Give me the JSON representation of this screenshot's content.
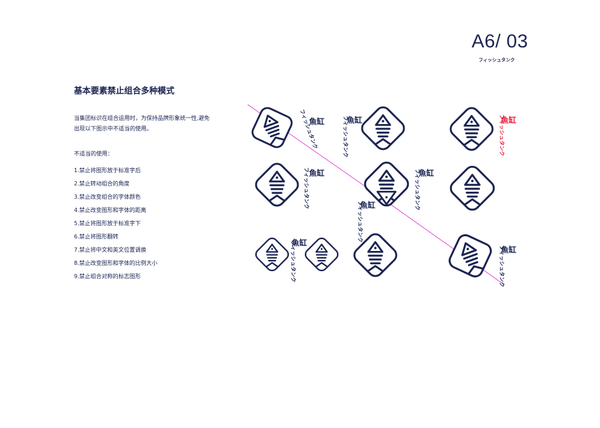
{
  "header": {
    "page_number": "A6/ 03",
    "page_subtitle": "フィッシュタンク"
  },
  "section": {
    "title": "基本要素禁止组合多种模式",
    "intro": "当集团标识在组合运用时，为保持品牌形象统一性,避免出现以下图示中不适当的使用。",
    "rules_heading": "不适当的使用：",
    "rules": [
      "1.禁止将图形放于标准字后",
      "2.禁止转动组合的角度",
      "3.禁止改变组合的字体颜色",
      "4.禁止改变图形和字体的距离",
      "5.禁止将图形放于标准字下",
      "6.禁止将图形翻转",
      "7.禁止将中文和英文位置调换",
      "8.禁止改变图形和字体的比例大小",
      "9.禁止组合对称的标志图形"
    ]
  },
  "logo": {
    "chinese": "魚缸",
    "katakana": "フィッシュタンク"
  },
  "colors": {
    "navy": "#1a2350",
    "red": "#e8213a",
    "magenta": "#e030d8"
  }
}
